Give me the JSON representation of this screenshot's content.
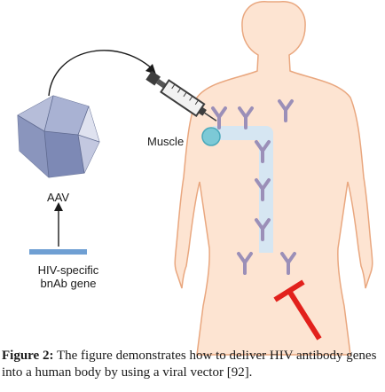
{
  "labels": {
    "muscle": "Muscle",
    "aav": "AAV",
    "gene_line1": "HIV-specific",
    "gene_line2": "bnAb gene"
  },
  "caption": {
    "prefix": "Figure 2:",
    "text": "The figure demonstrates how to deliver HIV antibody genes into a human body by using a viral vector [92]."
  },
  "colors": {
    "body_fill": "#fde4d2",
    "body_stroke": "#e9a77f",
    "virus": "#8f9bc4",
    "virus_light": "#dfe2ef",
    "antibody": "#9b8fb8",
    "stream": "#d6e6f2",
    "muscle_dot": "#7cc9d6",
    "gene_bar": "#6f9fd3",
    "syringe": "#3d3d3d",
    "red_bar": "#e2211c"
  }
}
